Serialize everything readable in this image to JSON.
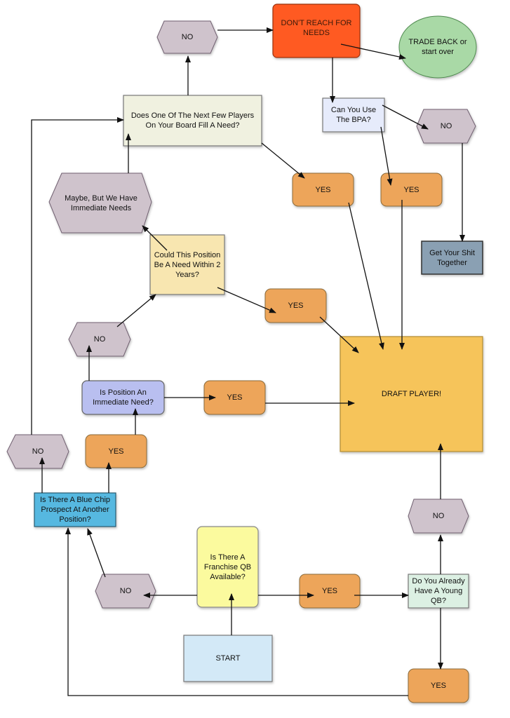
{
  "colors": {
    "orange_red": "#ff5a24",
    "green": "#a9d9a6",
    "cream": "#f0f1e0",
    "light_blue": "#e6ebfb",
    "yes": "#eda55a",
    "no": "#cfc3cc",
    "slate": "#8aa0b3",
    "sand": "#f8e6b0",
    "lavender": "#b9bff0",
    "draft": "#f6c45a",
    "cyan": "#56b8e0",
    "yellow": "#fbfa9e",
    "start": "#d3e9f7",
    "mint": "#dcf0e3"
  },
  "nodes": {
    "no_top": "NO",
    "dont_reach": "DON'T REACH FOR NEEDS",
    "trade_back": "TRADE BACK or start over",
    "next_few": "Does One Of The Next Few Players On Your Board Fill A Need?",
    "use_bpa": "Can You Use The BPA?",
    "no_bpa": "NO",
    "maybe": "Maybe, But We Have Immediate Needs",
    "yes_next": "YES",
    "yes_bpa": "YES",
    "get_together": "Get Your Shit Together",
    "could_need": "Could This Position Be A Need Within 2 Years?",
    "yes_could": "YES",
    "no_could": "NO",
    "draft_player": "DRAFT PLAYER!",
    "immediate_need": "Is Position An Immediate Need?",
    "yes_immediate": "YES",
    "no_bluechip": "NO",
    "yes_bluechip": "YES",
    "blue_chip": "Is There A Blue Chip Prospect At Another Position?",
    "no_young": "NO",
    "franchise_qb": "Is There A Franchise QB Available?",
    "no_franchise": "NO",
    "yes_franchise": "YES",
    "young_qb": "Do You Already Have A Young QB?",
    "start": "START",
    "yes_young": "YES"
  }
}
